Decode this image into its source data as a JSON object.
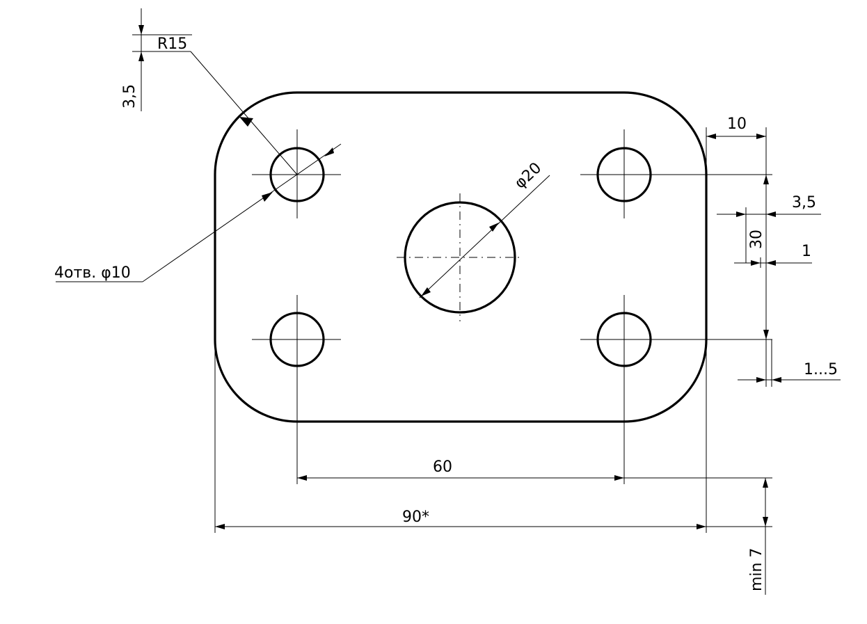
{
  "drawing": {
    "labels": {
      "r15": "R15",
      "dim_3_5_vert": "3,5",
      "dim_10": "10",
      "dim_phi20": "φ20",
      "dim_3_5_right": "3,5",
      "dim_30": "30",
      "dim_1": "1",
      "dim_1_5": "1...5",
      "holes_note": "4отв. φ10",
      "dim_60": "60",
      "dim_90": "90*",
      "dim_min7": "min 7"
    }
  }
}
